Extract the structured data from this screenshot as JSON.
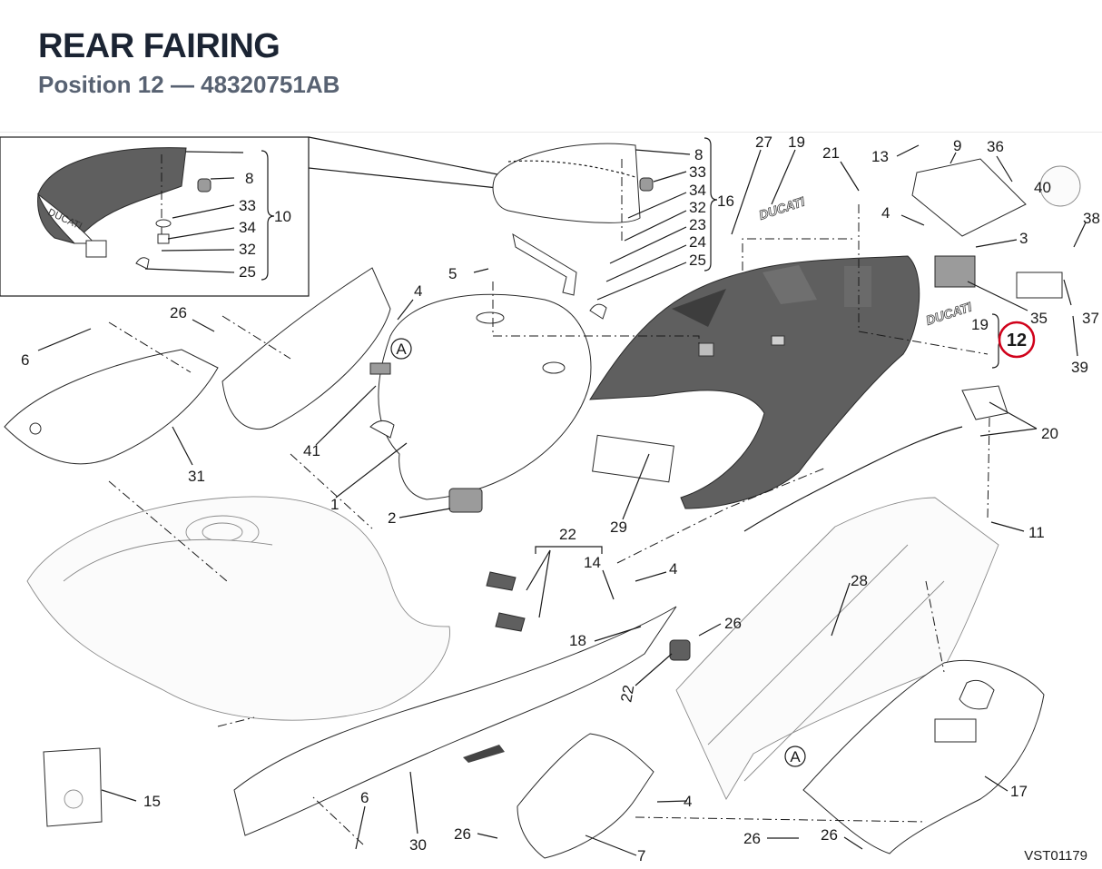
{
  "header": {
    "title": "REAR FAIRING",
    "subtitle_position": "Position 12",
    "subtitle_sep": "—",
    "subtitle_part": "48320751AB"
  },
  "highlight": {
    "number": "12",
    "color": "#d0021b"
  },
  "drawing_ref": "VST01179",
  "callouts": {
    "c8a": "8",
    "c33a": "33",
    "c34a": "34",
    "c32a": "32",
    "c25a": "25",
    "c10": "10",
    "c8b": "8",
    "c33b": "33",
    "c34b": "34",
    "c32b": "32",
    "c23": "23",
    "c24": "24",
    "c25b": "25",
    "c16": "16",
    "c27": "27",
    "c19a": "19",
    "c21": "21",
    "c13": "13",
    "c9": "9",
    "c36": "36",
    "c40": "40",
    "c38": "38",
    "c4a": "4",
    "c3": "3",
    "c35": "35",
    "c37": "37",
    "c39": "39",
    "c19b": "19",
    "c5": "5",
    "c26a": "26",
    "c6a": "6",
    "c4b": "4",
    "cA1": "A",
    "c41": "41",
    "c1": "1",
    "c2": "2",
    "c31": "31",
    "c29": "29",
    "c20": "20",
    "c11": "11",
    "c22a": "22",
    "c14": "14",
    "c4c": "4",
    "c26b": "26",
    "c18": "18",
    "c22b": "22",
    "c28": "28",
    "c15": "15",
    "c6b": "6",
    "c30": "30",
    "c26c": "26",
    "c4d": "4",
    "c7": "7",
    "cA2": "A",
    "c26d": "26",
    "c26e": "26",
    "c17": "17"
  },
  "decals": {
    "ducati": "DUCATI"
  }
}
